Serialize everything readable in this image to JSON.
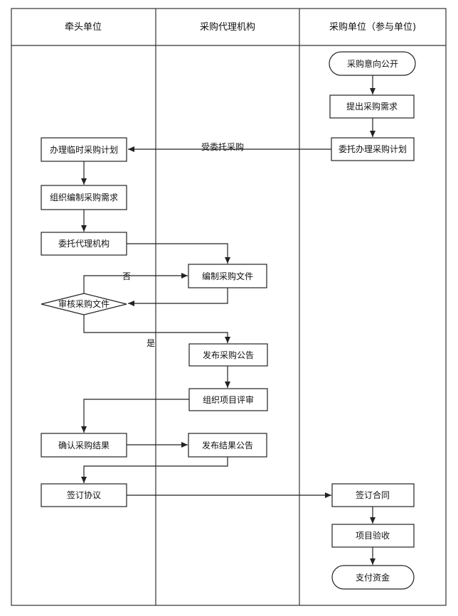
{
  "lanes": [
    {
      "id": "lead",
      "label": "牵头单位"
    },
    {
      "id": "agency",
      "label": "采购代理机构"
    },
    {
      "id": "buyer",
      "label": "采购单位（参与单位)"
    }
  ],
  "nodes": {
    "intent": {
      "label": "采购意向公开",
      "shape": "terminal"
    },
    "demand": {
      "label": "提出采购需求",
      "shape": "process"
    },
    "delegate": {
      "label": "委托办理采购计划",
      "shape": "process"
    },
    "temp_plan": {
      "label": "办理临时采购计划",
      "shape": "process"
    },
    "compile": {
      "label": "组织编制采购需求",
      "shape": "process"
    },
    "agent": {
      "label": "委托代理机构",
      "shape": "process"
    },
    "docs": {
      "label": "编制采购文件",
      "shape": "process"
    },
    "review": {
      "label": "审核采购文件",
      "shape": "decision"
    },
    "announce": {
      "label": "发布采购公告",
      "shape": "process"
    },
    "evaluate": {
      "label": "组织项目评审",
      "shape": "process"
    },
    "confirm": {
      "label": "确认采购结果",
      "shape": "process"
    },
    "result": {
      "label": "发布结果公告",
      "shape": "process"
    },
    "agreement": {
      "label": "签订协议",
      "shape": "process"
    },
    "contract": {
      "label": "签订合同",
      "shape": "process"
    },
    "accept": {
      "label": "项目验收",
      "shape": "process"
    },
    "pay": {
      "label": "支付资金",
      "shape": "terminal"
    }
  },
  "edges": [
    {
      "from": "intent",
      "to": "demand",
      "label": ""
    },
    {
      "from": "demand",
      "to": "delegate",
      "label": ""
    },
    {
      "from": "delegate",
      "to": "temp_plan",
      "label": "受委托采购"
    },
    {
      "from": "temp_plan",
      "to": "compile",
      "label": ""
    },
    {
      "from": "compile",
      "to": "agent",
      "label": ""
    },
    {
      "from": "agent",
      "to": "docs",
      "label": ""
    },
    {
      "from": "docs",
      "to": "review",
      "label": ""
    },
    {
      "from": "review",
      "to": "docs",
      "label": "否"
    },
    {
      "from": "review",
      "to": "announce",
      "label": "是"
    },
    {
      "from": "announce",
      "to": "evaluate",
      "label": ""
    },
    {
      "from": "evaluate",
      "to": "confirm",
      "label": ""
    },
    {
      "from": "confirm",
      "to": "result",
      "label": ""
    },
    {
      "from": "result",
      "to": "agreement",
      "label": ""
    },
    {
      "from": "agreement",
      "to": "contract",
      "label": ""
    },
    {
      "from": "contract",
      "to": "accept",
      "label": ""
    },
    {
      "from": "accept",
      "to": "pay",
      "label": ""
    }
  ]
}
